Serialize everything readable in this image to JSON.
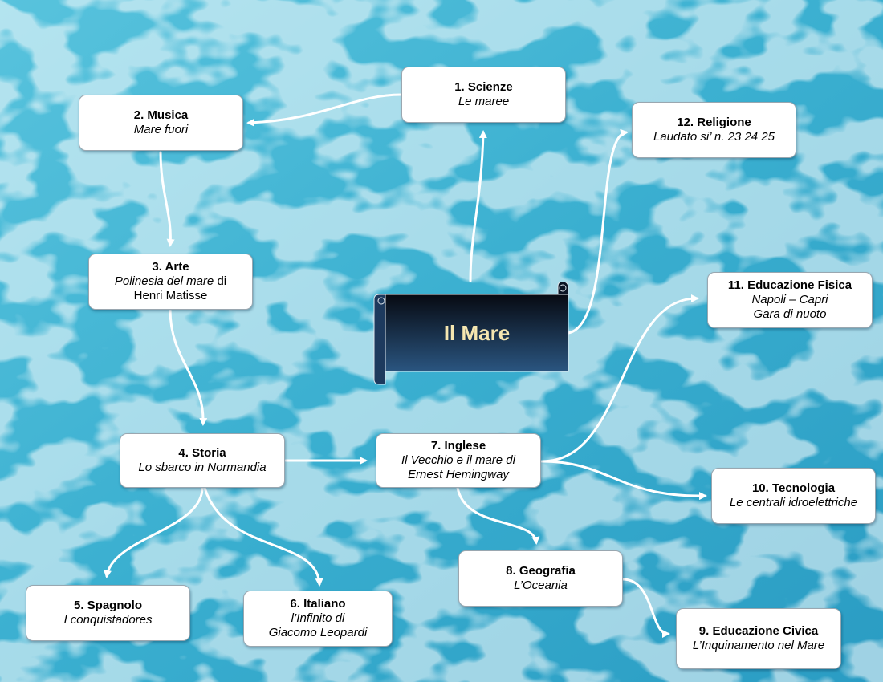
{
  "center": {
    "title": "Il Mare"
  },
  "nodes": {
    "scienze": {
      "title": "1. Scienze",
      "subtitle": "Le maree"
    },
    "musica": {
      "title": "2. Musica",
      "subtitle": "Mare fuori"
    },
    "arte": {
      "title": "3. Arte",
      "subtitle_italic": "Polinesia del mare",
      "subtitle_tail": " di",
      "subtitle_line2": "Henri Matisse"
    },
    "storia": {
      "title": "4. Storia",
      "subtitle": "Lo sbarco in Normandia"
    },
    "spagnolo": {
      "title": "5. Spagnolo",
      "subtitle": "I conquistadores"
    },
    "italiano": {
      "title": "6. Italiano",
      "subtitle": "l’Infinito di",
      "subtitle_line2": "Giacomo Leopardi"
    },
    "inglese": {
      "title": "7. Inglese",
      "subtitle": "Il Vecchio e il mare di",
      "subtitle_line2": "Ernest Hemingway"
    },
    "geografia": {
      "title": "8. Geografia",
      "subtitle": "L’Oceania"
    },
    "civica": {
      "title": "9. Educazione Civica",
      "subtitle": "L’Inquinamento nel Mare"
    },
    "tecnologia": {
      "title": "10. Tecnologia",
      "subtitle": "Le centrali idroelettriche"
    },
    "fisica": {
      "title": "11. Educazione Fisica",
      "subtitle": "Napoli – Capri",
      "subtitle_line2": "Gara di nuoto"
    },
    "religione": {
      "title": "12. Religione",
      "subtitle": "Laudato si’ n. 23 24 25"
    }
  },
  "colors": {
    "water": "#3fb6d4",
    "banner": "#1b3556",
    "title_text": "#f5e6b0",
    "connector": "#ffffff"
  }
}
